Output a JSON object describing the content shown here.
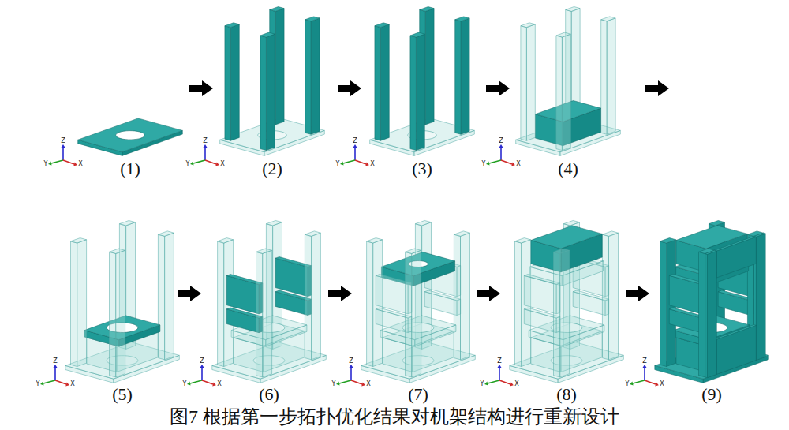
{
  "diagram": {
    "caption": "图7 根据第一步拓扑优化结果对机架结构进行重新设计",
    "labels": [
      "Z",
      "Y",
      "X",
      "(1)",
      "Z",
      "Y",
      "X",
      "(2)",
      "Z",
      "Y",
      "X",
      "(3)",
      "Z",
      "Y",
      "X",
      "(4)",
      "Z",
      "Y",
      "X",
      "(5)",
      "Z",
      "Y",
      "X",
      "(6)",
      "Z",
      "Y",
      "X",
      "(7)",
      "Z",
      "Y",
      "X",
      "(8)",
      "Z",
      "Y",
      "X",
      "(9)"
    ]
  }
}
